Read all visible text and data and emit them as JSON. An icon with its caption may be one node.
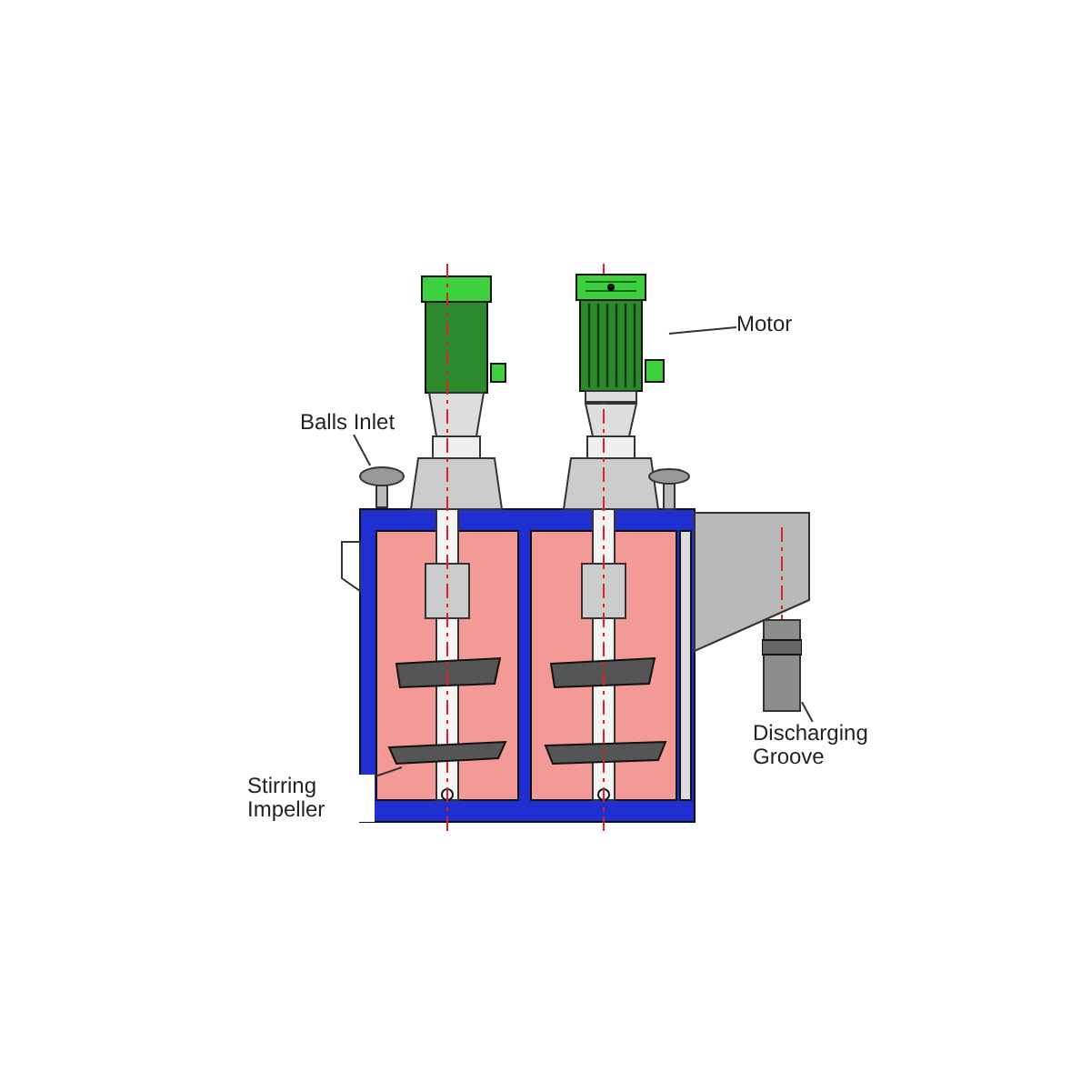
{
  "diagram": {
    "nodes": [
      {
        "text": [
          "Motor"
        ]
      },
      {
        "text": [],
        "shape": "picture"
      },
      {
        "text": [
          "Balls Inlet"
        ]
      },
      {
        "text": [],
        "shape": "picture"
      },
      {
        "text": [
          "Discharging Groove"
        ]
      },
      {
        "text": [],
        "shape": "picture"
      },
      {
        "text": [
          "Stirring Impeller"
        ]
      },
      {
        "text": [],
        "shape": "picture"
      }
    ],
    "edges": [
      {
        "from": 0,
        "to": 1,
        "arrow": "none"
      },
      {
        "from": 2,
        "to": 3,
        "arrow": "none"
      },
      {
        "from": 4,
        "to": 5,
        "arrow": "none"
      },
      {
        "from": 6,
        "to": 7,
        "arrow": "none"
      }
    ]
  }
}
